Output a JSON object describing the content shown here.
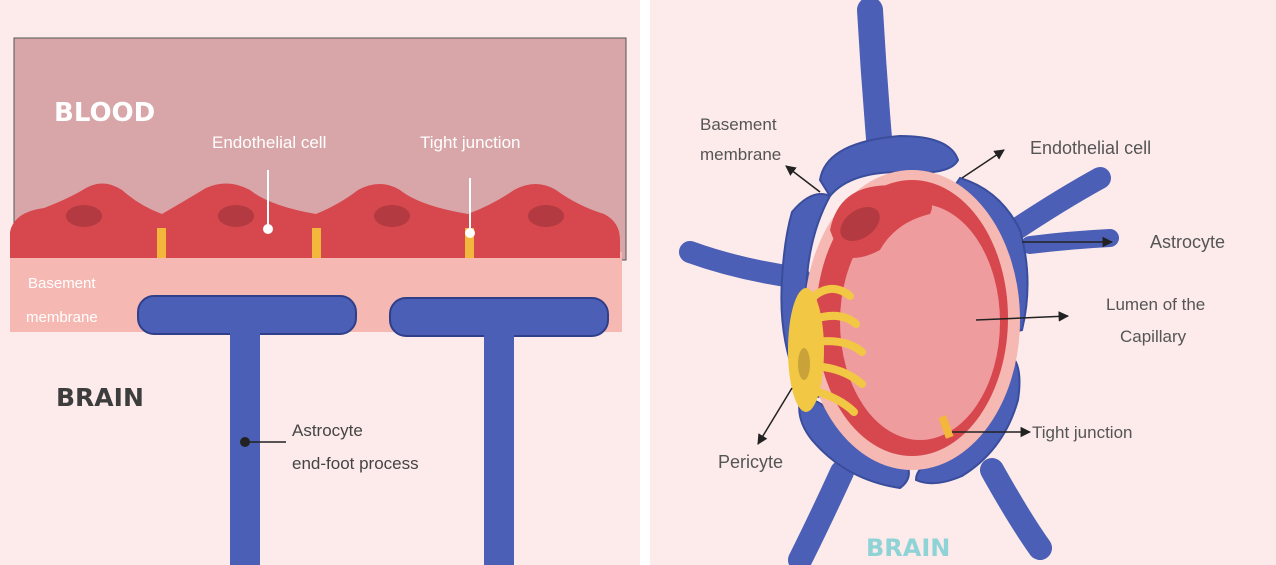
{
  "left_panel": {
    "blood_title": "BLOOD",
    "brain_title": "BRAIN",
    "endothelial_label": "Endothelial cell",
    "tight_junction_label": "Tight junction",
    "basement_line1": "Basement",
    "basement_line2": "membrane",
    "astrocyte_line1": "Astrocyte",
    "astrocyte_line2": "end-foot process"
  },
  "right_panel": {
    "basement_line1": "Basement",
    "basement_line2": "membrane",
    "endothelial_label": "Endothelial cell",
    "astrocyte_label": "Astrocyte",
    "lumen_line1": "Lumen of the",
    "lumen_line2": "Capillary",
    "tight_junction_label": "Tight junction",
    "pericyte_label": "Pericyte",
    "brain_title": "BRAIN"
  },
  "colors": {
    "background": "#fcebea",
    "blood": "#d8a6a8",
    "endothelial": "#d6484e",
    "nucleus": "#b33a40",
    "junction": "#f3b73b",
    "basement": "#f6b8b2",
    "astrocyte": "#4a5fb5",
    "lumen": "#ef9c9f",
    "pericyte": "#f2c744",
    "cyan_text": "#8fd3d6"
  }
}
